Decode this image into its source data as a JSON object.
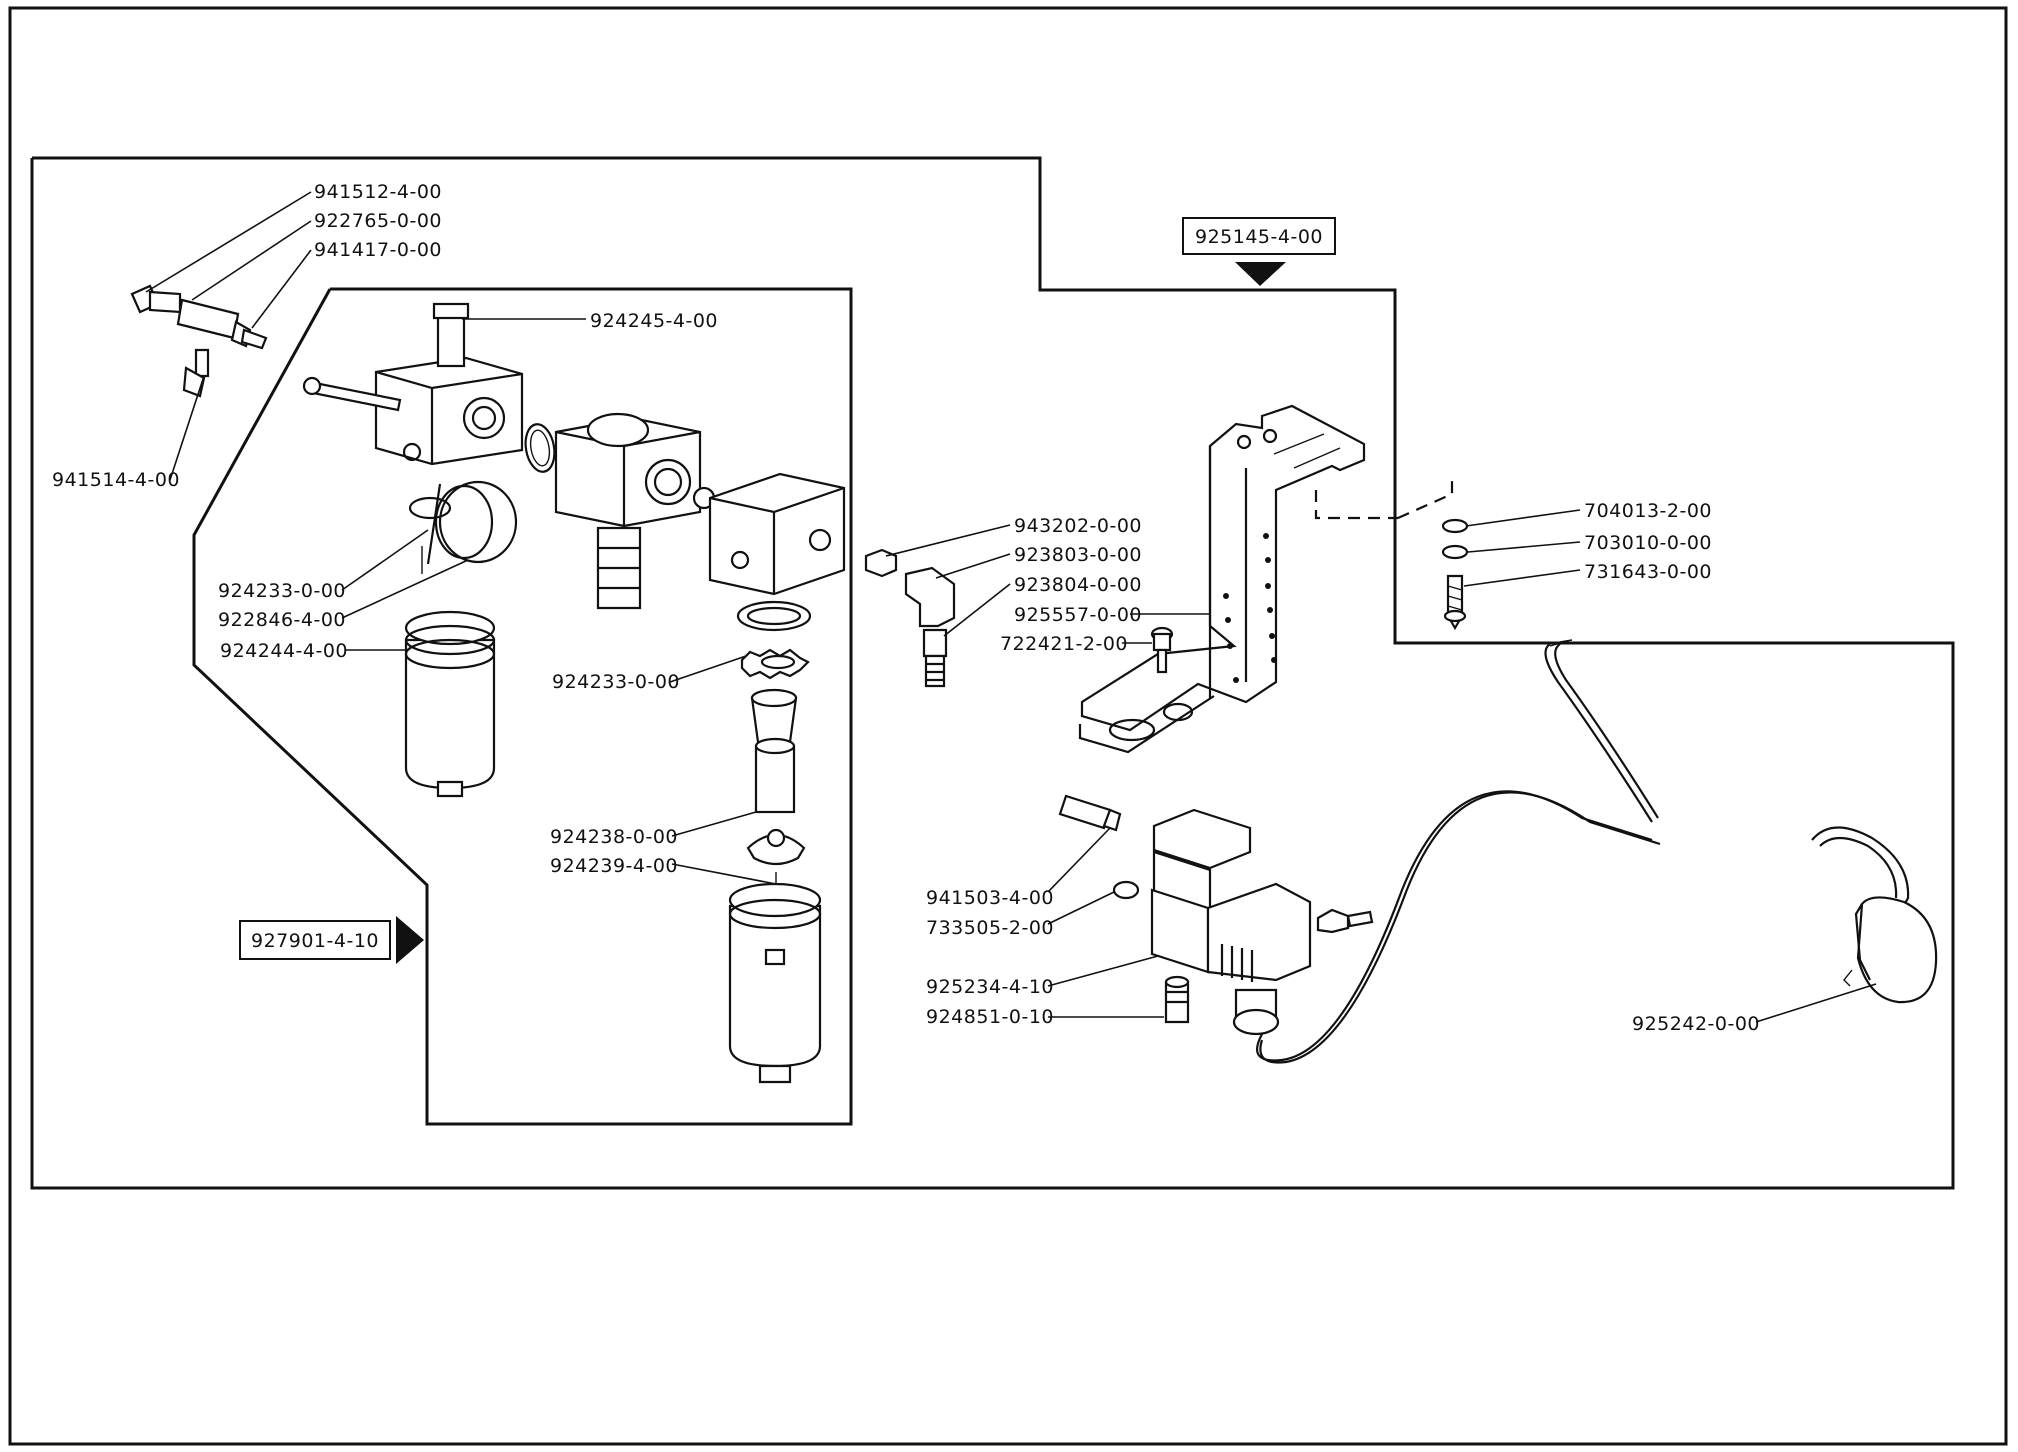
{
  "assemblies": {
    "bracket_assembly": "925145-4-00",
    "filter_regulator_assembly": "927901-4-10"
  },
  "labels": [
    {
      "id": "p941512",
      "text": "941512-4-00"
    },
    {
      "id": "p922765",
      "text": "922765-0-00"
    },
    {
      "id": "p941417",
      "text": "941417-0-00"
    },
    {
      "id": "p924245",
      "text": "924245-4-00"
    },
    {
      "id": "p941514",
      "text": "941514-4-00"
    },
    {
      "id": "p924233a",
      "text": "924233-0-00"
    },
    {
      "id": "p922846",
      "text": "922846-4-00"
    },
    {
      "id": "p924244",
      "text": "924244-4-00"
    },
    {
      "id": "p924233b",
      "text": "924233-0-00"
    },
    {
      "id": "p924238",
      "text": "924238-0-00"
    },
    {
      "id": "p924239",
      "text": "924239-4-00"
    },
    {
      "id": "p943202",
      "text": "943202-0-00"
    },
    {
      "id": "p923803",
      "text": "923803-0-00"
    },
    {
      "id": "p923804",
      "text": "923804-0-00"
    },
    {
      "id": "p925557",
      "text": "925557-0-00"
    },
    {
      "id": "p722421",
      "text": "722421-2-00"
    },
    {
      "id": "p704013",
      "text": "704013-2-00"
    },
    {
      "id": "p703010",
      "text": "703010-0-00"
    },
    {
      "id": "p731643",
      "text": "731643-0-00"
    },
    {
      "id": "p941503",
      "text": "941503-4-00"
    },
    {
      "id": "p733505",
      "text": "733505-2-00"
    },
    {
      "id": "p925234",
      "text": "925234-4-10"
    },
    {
      "id": "p924851",
      "text": "924851-0-10"
    },
    {
      "id": "p925242",
      "text": "925242-0-00"
    }
  ]
}
